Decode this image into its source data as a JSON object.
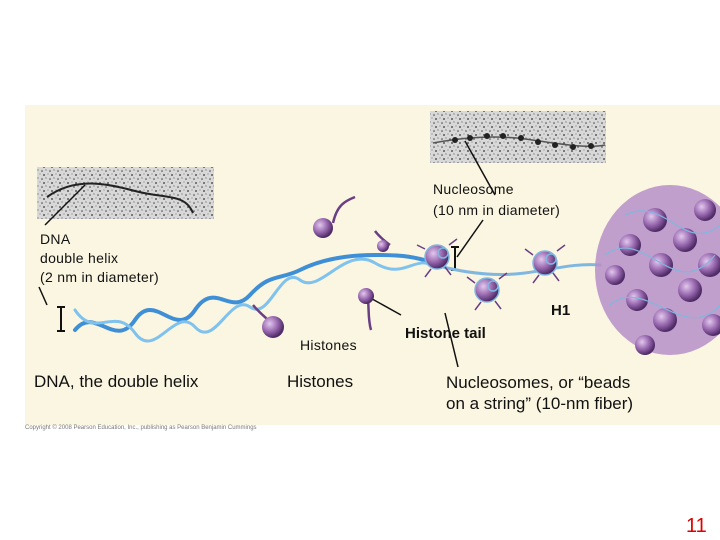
{
  "labels": {
    "nucleosome_title": "Nucleosome",
    "nucleosome_size": "(10 nm in diameter)",
    "dna_line1": "DNA",
    "dna_line2": "double helix",
    "dna_line3": "(2 nm in diameter)",
    "h1": "H1",
    "histones_small": "Histones",
    "histone_tail": "Histone tail"
  },
  "captions": {
    "dna": "DNA, the double helix",
    "histones": "Histones",
    "nucleosomes_line1": "Nucleosomes, or “beads",
    "nucleosomes_line2": "on a string” (10-nm fiber)"
  },
  "copyright": "Copyright © 2008 Pearson Education, Inc., publishing as Pearson Benjamin Cummings",
  "slide_number": "11",
  "colors": {
    "background": "#fbf6e1",
    "histone": "#9a6ab0",
    "dna_blue": "#3f8fd6",
    "slide_number": "#e00000"
  }
}
